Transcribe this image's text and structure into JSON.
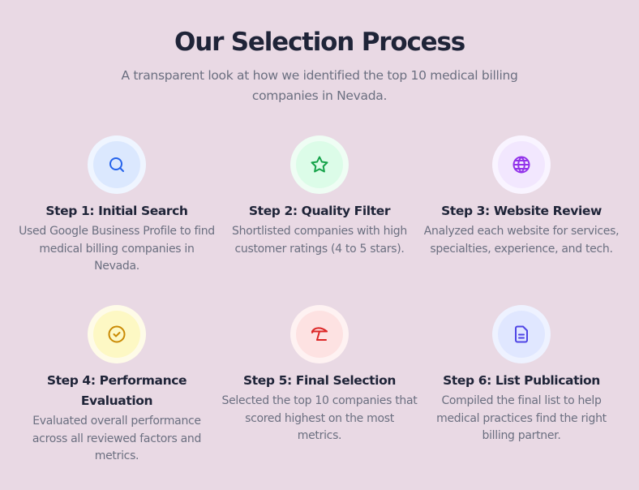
{
  "header": {
    "title": "Our Selection Process",
    "subtitle": "A transparent look at how we identified the top 10 medical billing companies in Nevada."
  },
  "steps": [
    {
      "title": "Step 1: Initial Search",
      "description": "Used Google Business Profile to find medical billing companies in Nevada.",
      "icon": "search-icon",
      "colors": {
        "ring": "#eff5ff",
        "inner": "#dbe8fe",
        "icon": "#2563eb"
      }
    },
    {
      "title": "Step 2: Quality Filter",
      "description": "Shortlisted companies with high customer ratings (4 to 5 stars).",
      "icon": "star-icon",
      "colors": {
        "ring": "#effdf4",
        "inner": "#dcfce8",
        "icon": "#16a34a"
      }
    },
    {
      "title": "Step 3: Website Review",
      "description": "Analyzed each website for services, specialties, experience, and tech.",
      "icon": "globe-icon",
      "colors": {
        "ring": "#f9f4ff",
        "inner": "#f2e7fe",
        "icon": "#9333ea"
      }
    },
    {
      "title": "Step 4: Performance Evaluation",
      "description": "Evaluated overall performance across all reviewed factors and metrics.",
      "icon": "check-circle-icon",
      "colors": {
        "ring": "#fefbe8",
        "inner": "#fdf8c4",
        "icon": "#ca8a04"
      }
    },
    {
      "title": "Step 5: Final Selection",
      "description": "Selected the top 10 companies that scored highest on the most metrics.",
      "icon": "umbrella-icon",
      "colors": {
        "ring": "#fef2f2",
        "inner": "#fde2e2",
        "icon": "#dc2626"
      }
    },
    {
      "title": "Step 6: List Publication",
      "description": "Compiled the final list to help medical practices find the right billing partner.",
      "icon": "file-text-icon",
      "colors": {
        "ring": "#eef2ff",
        "inner": "#e0e7ff",
        "icon": "#4f46e5"
      }
    }
  ]
}
